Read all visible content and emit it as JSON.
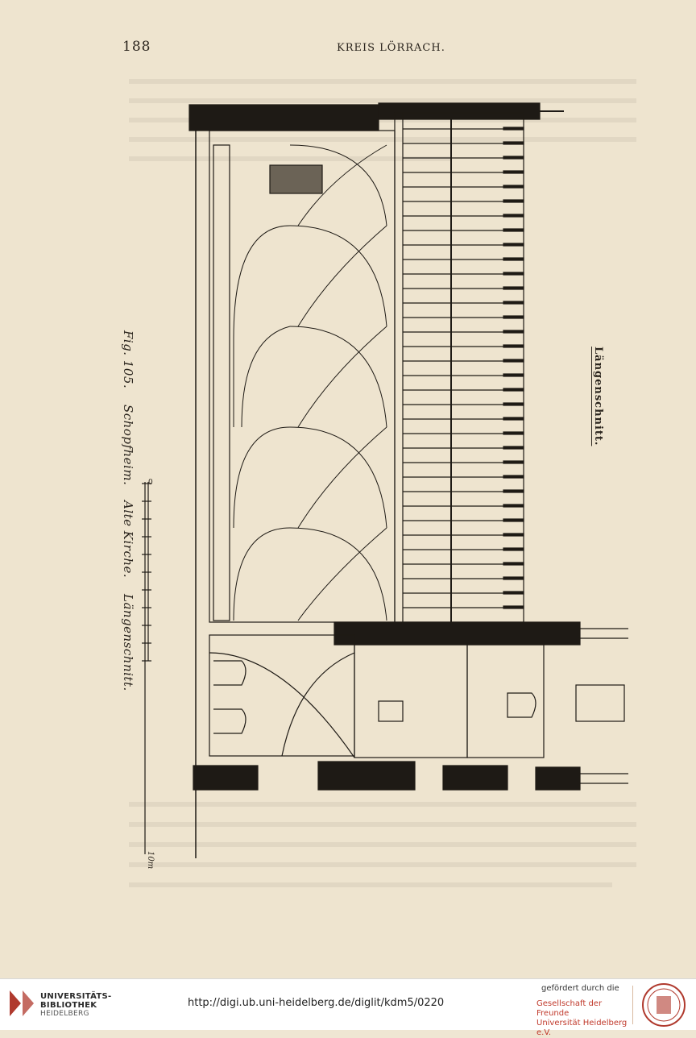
{
  "header": {
    "page_number": "188",
    "running_title": "KREIS LÖRRACH."
  },
  "figure": {
    "caption_parts": [
      "Fig. 105.",
      "Schopfheim.",
      "Alte Kirche.",
      "Längenschnitt."
    ],
    "drawing_label": "Längenschnitt.",
    "scale_start": "0",
    "scale_end": "10m"
  },
  "footer": {
    "library_line1": "UNIVERSITÄTS-",
    "library_line2": "BIBLIOTHEK",
    "library_line3": "HEIDELBERG",
    "url": "http://digi.ub.uni-heidelberg.de/diglit/kdm5/0220",
    "sponsor_label": "gefördert durch die",
    "sponsor_line1": "Gesellschaft der Freunde",
    "sponsor_line2": "Universität Heidelberg e.V."
  },
  "colors": {
    "paper": "#eee4cf",
    "ink": "#1e1a15",
    "logo_red": "#b03a2e",
    "sponsor_red": "#c0392b"
  }
}
